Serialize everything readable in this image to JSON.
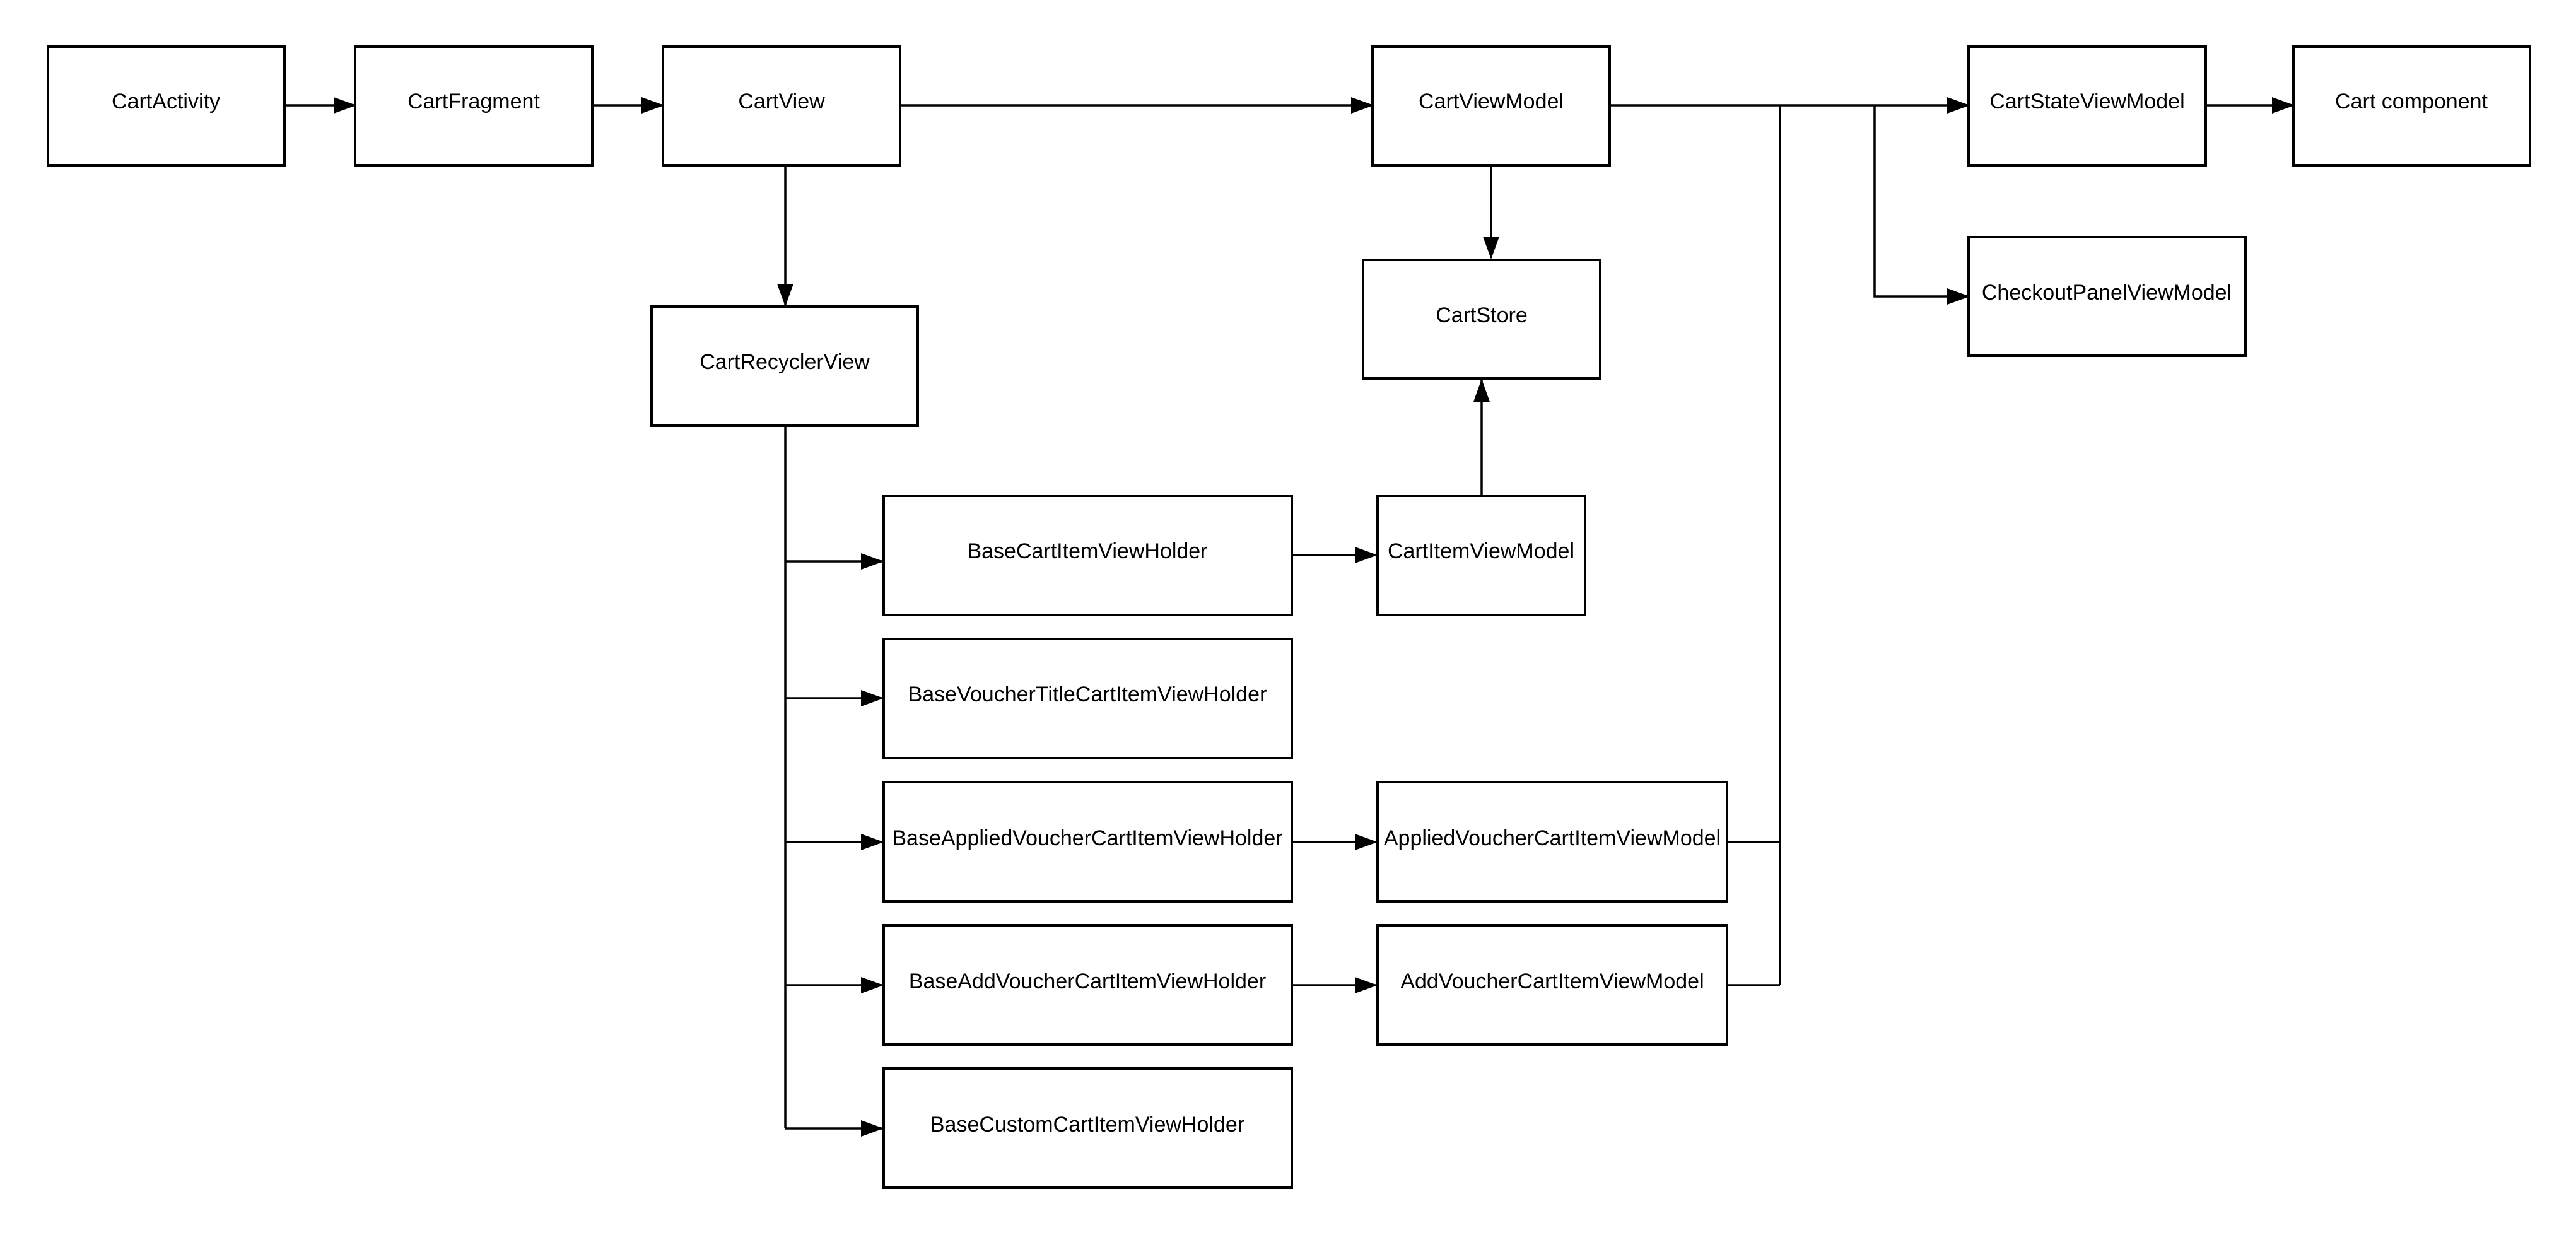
{
  "diagram": {
    "nodes": {
      "cart_activity": "CartActivity",
      "cart_fragment": "CartFragment",
      "cart_view": "CartView",
      "cart_view_model": "CartViewModel",
      "cart_state_view_model": "CartStateViewModel",
      "cart_component": "Cart component",
      "checkout_panel_view_model": "CheckoutPanelViewModel",
      "cart_store": "CartStore",
      "cart_recycler_view": "CartRecyclerView",
      "base_cart_item_view_holder": "BaseCartItemViewHolder",
      "cart_item_view_model": "CartItemViewModel",
      "base_voucher_title_cart_item_view_holder": "BaseVoucherTitleCartItemViewHolder",
      "base_applied_voucher_cart_item_view_holder": "BaseAppliedVoucherCartItemViewHolder",
      "applied_voucher_cart_item_view_model": "AppliedVoucherCartItemViewModel",
      "base_add_voucher_cart_item_view_holder": "BaseAddVoucherCartItemViewHolder",
      "add_voucher_cart_item_view_model": "AddVoucherCartItemViewModel",
      "base_custom_cart_item_view_holder": "BaseCustomCartItemViewHolder"
    }
  }
}
